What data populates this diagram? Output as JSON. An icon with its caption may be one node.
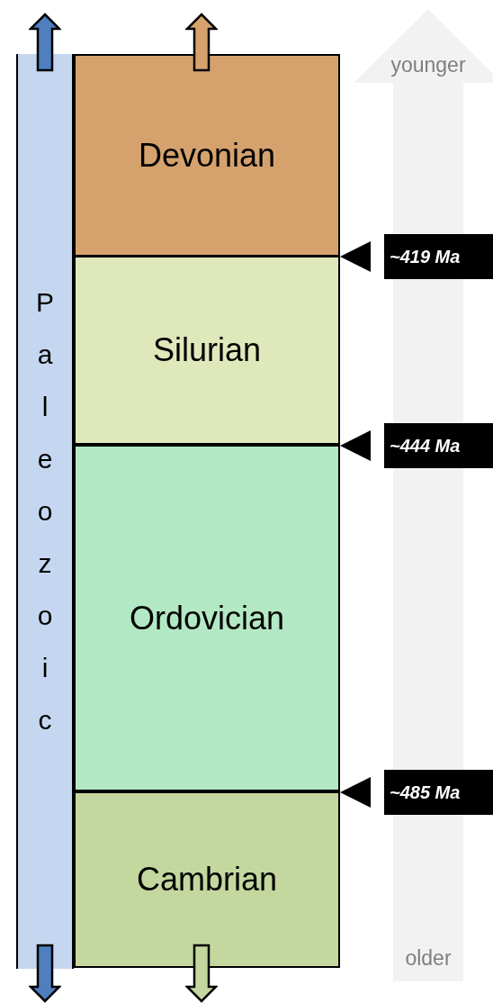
{
  "diagram": {
    "nodes": [
      {
        "text": [
          "Paleozoic"
        ]
      },
      {
        "text": [
          "Devonian"
        ]
      },
      {
        "text": [
          "Silurian"
        ]
      },
      {
        "text": [
          "Ordovician"
        ]
      },
      {
        "text": [
          "Cambrian"
        ]
      }
    ],
    "labels": [
      "younger",
      "~419 Ma",
      "~444 Ma",
      "~485 Ma",
      "older"
    ]
  }
}
